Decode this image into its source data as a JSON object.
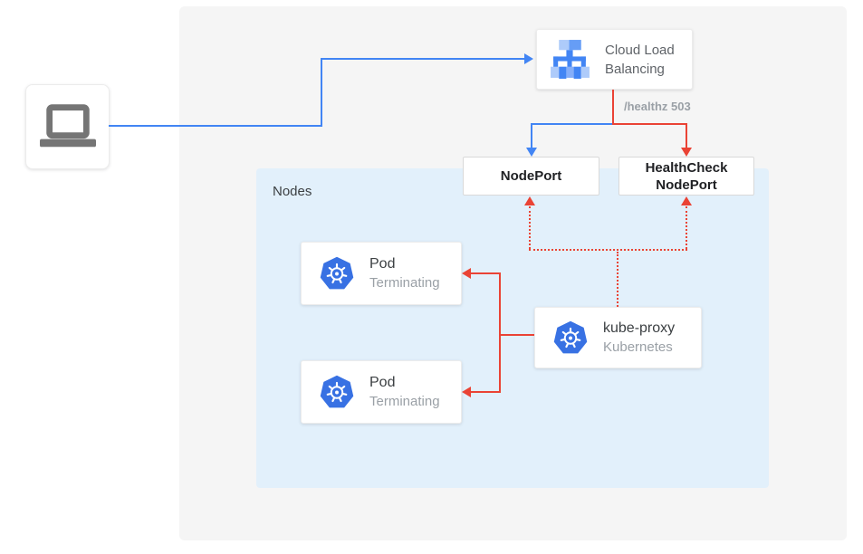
{
  "colors": {
    "traffic_blue": "#4285f4",
    "health_red": "#ea4335",
    "outer_panel_gray": "#f5f5f5",
    "nodes_panel_blue": "#e2f0fb",
    "kubernetes_blue": "#3871e3",
    "lb_icon_light_blue": "#aecbfa",
    "lb_icon_mid_blue": "#669df6",
    "laptop_gray": "#757575"
  },
  "diagram": {
    "client": {
      "icon": "laptop-icon"
    },
    "load_balancer": {
      "label": "Cloud Load Balancing",
      "icon": "cloud-load-balancing-icon"
    },
    "health_check_label": "/healthz 503",
    "node_port": {
      "label": "NodePort"
    },
    "health_check_node_port": {
      "label": "HealthCheck NodePort"
    },
    "nodes_group": {
      "label": "Nodes"
    },
    "pods": [
      {
        "title": "Pod",
        "subtitle": "Terminating",
        "icon": "kubernetes-icon"
      },
      {
        "title": "Pod",
        "subtitle": "Terminating",
        "icon": "kubernetes-icon"
      }
    ],
    "kube_proxy": {
      "title": "kube-proxy",
      "subtitle": "Kubernetes",
      "icon": "kubernetes-icon"
    }
  }
}
